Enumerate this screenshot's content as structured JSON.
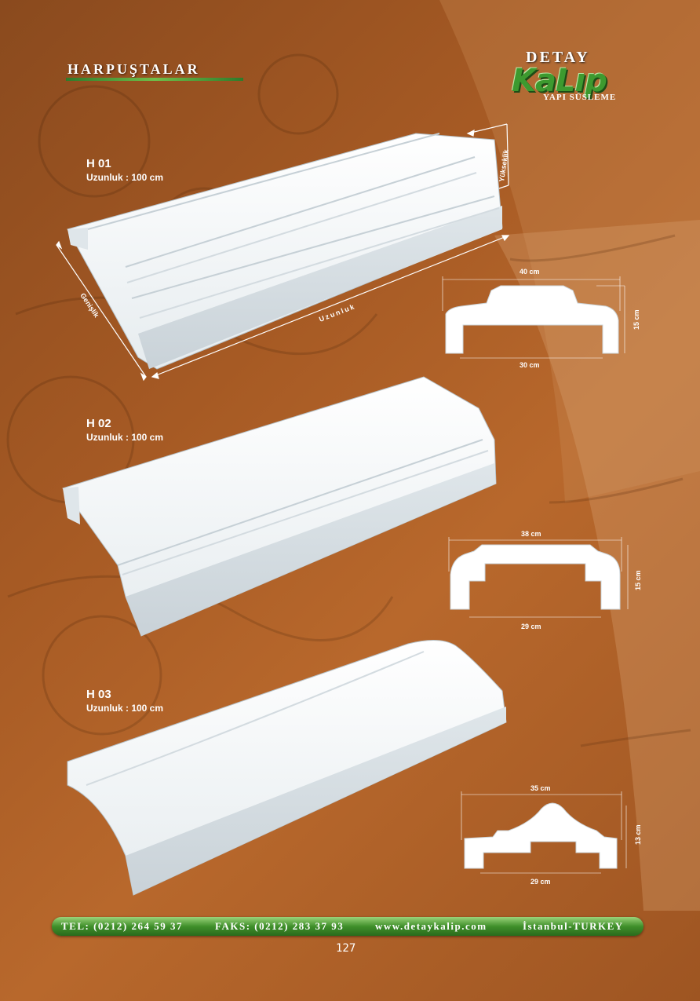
{
  "header": {
    "section_title": "HARPUŞTALAR",
    "logo_top": "DETAY",
    "logo_main": "KaLıp",
    "logo_sub": "YAPI SÜSLEME"
  },
  "products": [
    {
      "code": "H 01",
      "length_label": "Uzunluk : 100 cm",
      "axis_labels": {
        "height": "Yükseklik",
        "width": "Genişlik",
        "length": "Uzunluk"
      },
      "dims": {
        "top": "40 cm",
        "bottom": "30 cm",
        "height": "15 cm"
      }
    },
    {
      "code": "H 02",
      "length_label": "Uzunluk : 100 cm",
      "dims": {
        "top": "38 cm",
        "bottom": "29 cm",
        "height": "15 cm"
      }
    },
    {
      "code": "H 03",
      "length_label": "Uzunluk : 100 cm",
      "dims": {
        "top": "35 cm",
        "bottom": "29 cm",
        "height": "13 cm"
      }
    }
  ],
  "footer": {
    "tel": "TEL: (0212) 264 59 37",
    "fax": "FAKS: (0212) 283 37 93",
    "web": "www.detaykalip.com",
    "location": "İstanbul-TURKEY"
  },
  "page_number": "127"
}
